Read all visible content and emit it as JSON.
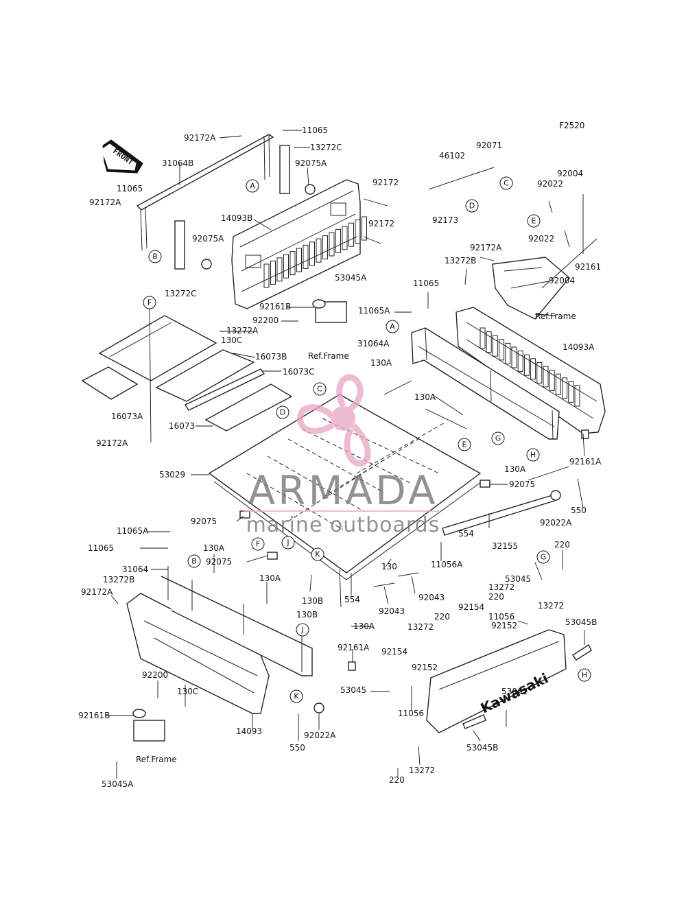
{
  "diagram_code": "F2520",
  "front_label": "FRONT",
  "watermark": {
    "title": "ARMADA",
    "subtitle": "marine outboards",
    "color": "#e8a6c4"
  },
  "ref_frame_label": "Ref.Frame",
  "kawasaki_logo": "Kawasaki",
  "part_labels": [
    "92172A",
    "11065",
    "13272C",
    "92075A",
    "31064B",
    "11065",
    "92172A",
    "14093B",
    "92172",
    "92172",
    "92075A",
    "13272C",
    "46102",
    "92071",
    "92173",
    "92004",
    "92022",
    "92022",
    "92004",
    "92161",
    "92172A",
    "13272B",
    "11065",
    "11065A",
    "53045A",
    "92161B",
    "92200",
    "13272A",
    "130C",
    "16073B",
    "16073C",
    "16073A",
    "16073",
    "92172A",
    "31064A",
    "130A",
    "130A",
    "14093A",
    "92161A",
    "130A",
    "53029",
    "92075",
    "92075",
    "92075",
    "550",
    "92022A",
    "32155",
    "554",
    "11056A",
    "130",
    "92043",
    "92043",
    "554",
    "130B",
    "130B",
    "11065A",
    "11065",
    "130A",
    "31064",
    "13272B",
    "92172A",
    "130A",
    "130A",
    "92161A",
    "220",
    "53045",
    "13272",
    "220",
    "13272",
    "92154",
    "11056",
    "92152",
    "53045B",
    "13272",
    "220",
    "92154",
    "92152",
    "53045",
    "11056",
    "53062",
    "53045B",
    "92200",
    "130C",
    "92161B",
    "14093",
    "550",
    "92022A",
    "53045A",
    "220",
    "13272"
  ],
  "callout_letters": [
    "A",
    "B",
    "C",
    "D",
    "E",
    "A",
    "F",
    "C",
    "D",
    "G",
    "H",
    "E",
    "F",
    "J",
    "K",
    "B",
    "J",
    "K",
    "G",
    "H"
  ]
}
